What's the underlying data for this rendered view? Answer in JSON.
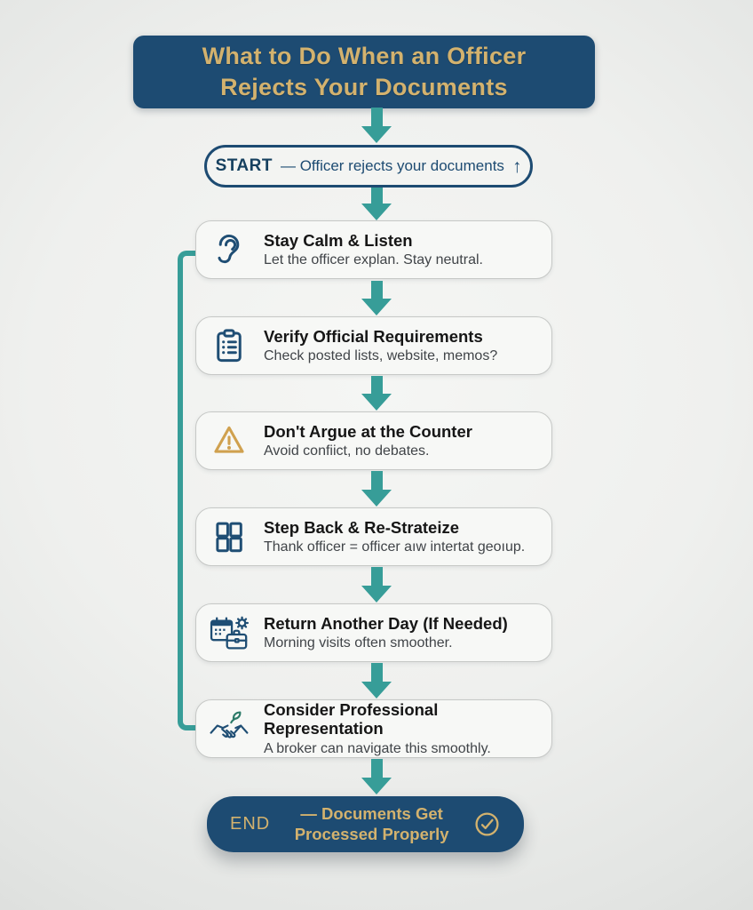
{
  "header": {
    "title_line1": "What to Do When an Officer",
    "title_line2": "Rejects Your Documents"
  },
  "start": {
    "label": "START",
    "text": "— Officer rejects your documents",
    "arrow_glyph": "↑"
  },
  "steps": [
    {
      "icon": "ear-icon",
      "title": "Stay Calm & Listen",
      "subtitle": "Let the officer explan. Stay neutral."
    },
    {
      "icon": "clipboard-icon",
      "title": "Verify Official Requirements",
      "subtitle": "Check posted lists, website, memos?"
    },
    {
      "icon": "warning-triangle-icon",
      "title": "Don't Argue at the Counter",
      "subtitle": "Avoid confiict, no debates."
    },
    {
      "icon": "grid-icon",
      "title": "Step Back & Re-Strateize",
      "subtitle": "Thank officer = officer aıw intertat geoıup."
    },
    {
      "icon": "calendar-sun-briefcase-icon",
      "title": "Return Another Day (If Needed)",
      "subtitle": "Morning visits often smoother."
    },
    {
      "icon": "handshake-leaf-icon",
      "title": "Consider Professional Representation",
      "subtitle": "A broker can navigate this smoothly."
    }
  ],
  "end": {
    "label": "END",
    "text_line1": "— Documents Get",
    "text_line2": "Processed Properly",
    "icon": "check-circle-icon"
  },
  "colors": {
    "navy": "#1d4b72",
    "teal": "#379d98",
    "gold": "#d3b26e",
    "warning_gold": "#d0a14f",
    "card_bg": "#f7f8f6",
    "card_border": "#c6c8c6",
    "canvas_bg": "#eff0ee"
  }
}
